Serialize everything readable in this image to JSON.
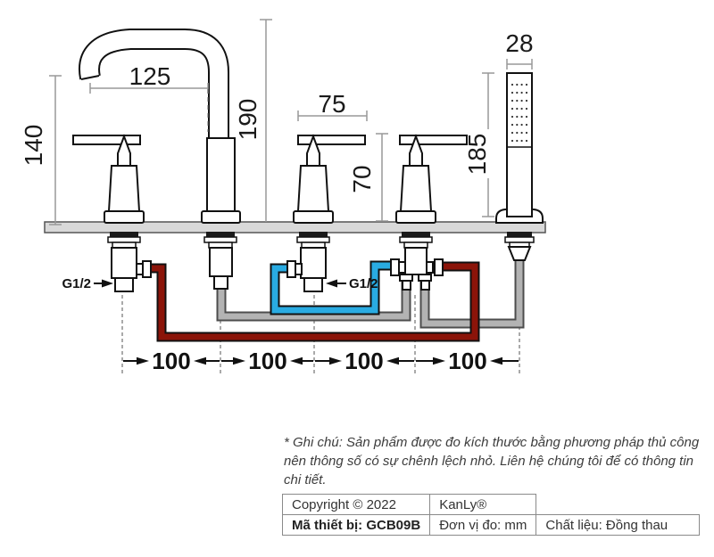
{
  "diagram": {
    "dims": {
      "spout_reach": "125",
      "left_height": "140",
      "spout_height": "190",
      "lever_length": "75",
      "handle_height": "70",
      "shower_height": "185",
      "shower_width": "28"
    },
    "connections": {
      "g_left": "G1/2",
      "g_right": "G1/2"
    },
    "spacings": {
      "s1": "100",
      "s2": "100",
      "s3": "100",
      "s4": "100"
    },
    "colors": {
      "hot": "#8B1409",
      "cold": "#29ABE2",
      "pipe_gray": "#B3B3B3",
      "deck": "#D9D9D9"
    }
  },
  "note": "* Ghi chú: Sản phẩm được đo kích thước bằng phương pháp thủ công nên thông số có sự chênh lệch nhỏ. Liên hệ chúng tôi để có thông tin chi tiết.",
  "table": {
    "copyright": "Copyright © 2022",
    "brand": "KanLy®",
    "model": "Mã thiết bị: GCB09B",
    "unit": "Đơn vị đo: mm",
    "material": "Chất liệu: Đồng thau"
  }
}
